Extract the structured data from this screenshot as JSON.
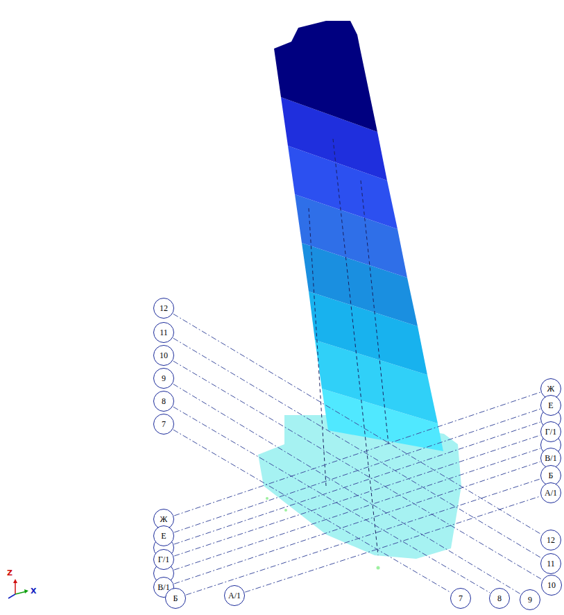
{
  "diagram": {
    "nodes": [
      {
        "text": [
          "12"
        ]
      },
      {
        "text": [
          "11"
        ]
      },
      {
        "text": [
          "10"
        ]
      },
      {
        "text": [
          "9"
        ]
      },
      {
        "text": [
          "8"
        ]
      },
      {
        "text": [
          "7"
        ]
      },
      {
        "text": [
          "Ж"
        ]
      },
      {
        "text": [
          "Е"
        ]
      },
      {
        "text": [
          "Г/1"
        ]
      },
      {
        "text": [
          "В/1"
        ]
      },
      {
        "text": [
          "Б"
        ]
      },
      {
        "text": [
          "А/1"
        ]
      },
      {
        "text": [
          "Ж"
        ]
      },
      {
        "text": [
          "Е"
        ]
      },
      {
        "text": [
          "Г/1"
        ]
      },
      {
        "text": [
          "В/1"
        ]
      },
      {
        "text": [
          "Б"
        ]
      },
      {
        "text": [
          "А/1"
        ]
      },
      {
        "text": [
          "7"
        ]
      },
      {
        "text": [
          "8"
        ]
      },
      {
        "text": [
          "9"
        ]
      },
      {
        "text": [
          "12"
        ]
      },
      {
        "text": [
          "11"
        ]
      },
      {
        "text": [
          "10"
        ]
      }
    ],
    "edges": [
      {
        "from": 0,
        "to": 21,
        "arrow": "none"
      },
      {
        "from": 1,
        "to": 22,
        "arrow": "none"
      },
      {
        "from": 2,
        "to": 23,
        "arrow": "none"
      },
      {
        "from": 3,
        "to": 20,
        "arrow": "none"
      },
      {
        "from": 4,
        "to": 19,
        "arrow": "none"
      },
      {
        "from": 5,
        "to": 18,
        "arrow": "none"
      },
      {
        "from": 12,
        "to": 6,
        "arrow": "none"
      },
      {
        "from": 13,
        "to": 7,
        "arrow": "none"
      },
      {
        "from": 14,
        "to": 8,
        "arrow": "none"
      },
      {
        "from": 15,
        "to": 9,
        "arrow": "none"
      },
      {
        "from": 16,
        "to": 10,
        "arrow": "none"
      },
      {
        "from": 17,
        "to": 11,
        "arrow": "none"
      }
    ],
    "labels": [
      "Z",
      "X"
    ]
  }
}
